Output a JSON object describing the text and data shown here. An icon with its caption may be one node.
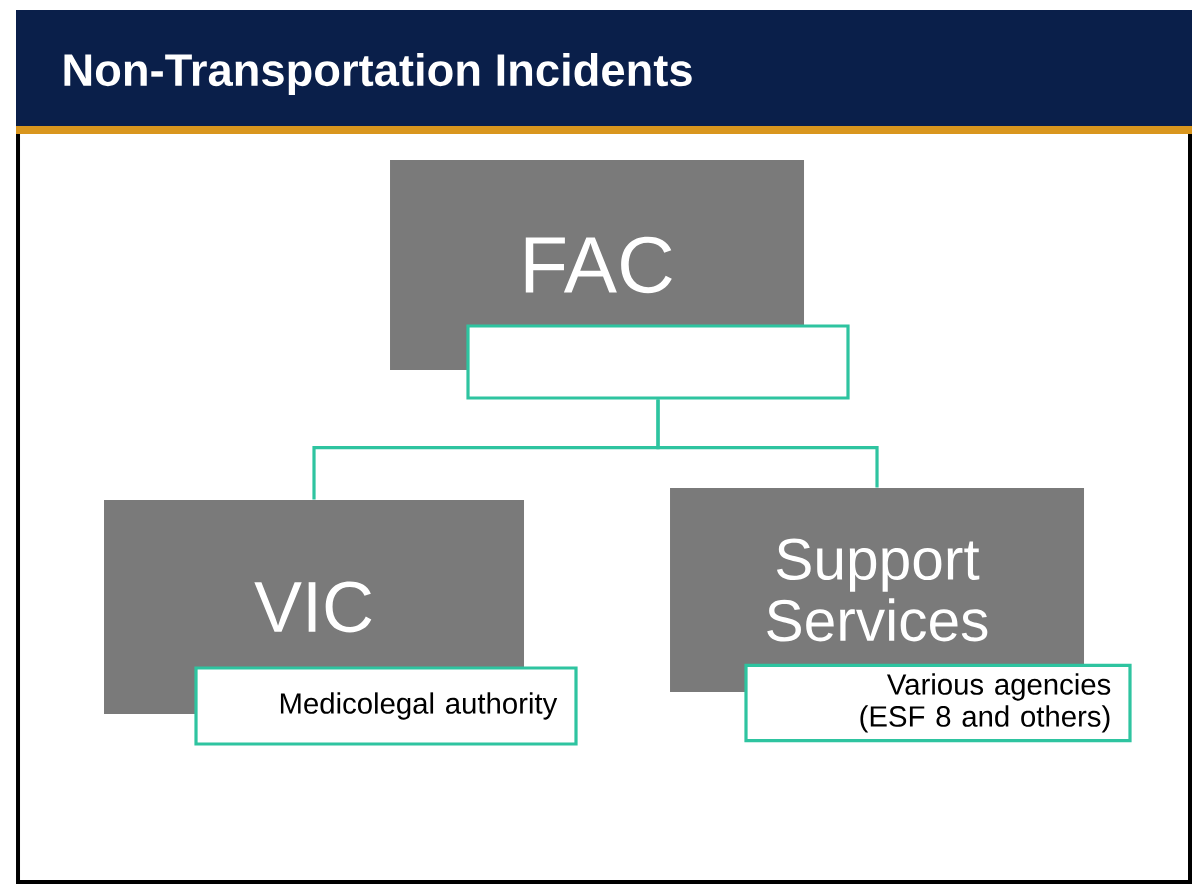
{
  "diagram": {
    "title": "Non-Transportation Incidents",
    "nodes": [
      {
        "text": [
          "FAC"
        ]
      },
      {
        "text": [],
        "shape": "box"
      },
      {
        "text": [
          "VIC"
        ]
      },
      {
        "text": [
          "Medicolegal authority"
        ]
      },
      {
        "text": [
          "Support Services"
        ]
      },
      {
        "text": [
          "Various agencies (ESF 8 and others)"
        ]
      }
    ],
    "edges": [
      {
        "from": 1,
        "to": 2,
        "arrow": "none"
      },
      {
        "from": 1,
        "to": 4,
        "arrow": "none"
      }
    ]
  }
}
